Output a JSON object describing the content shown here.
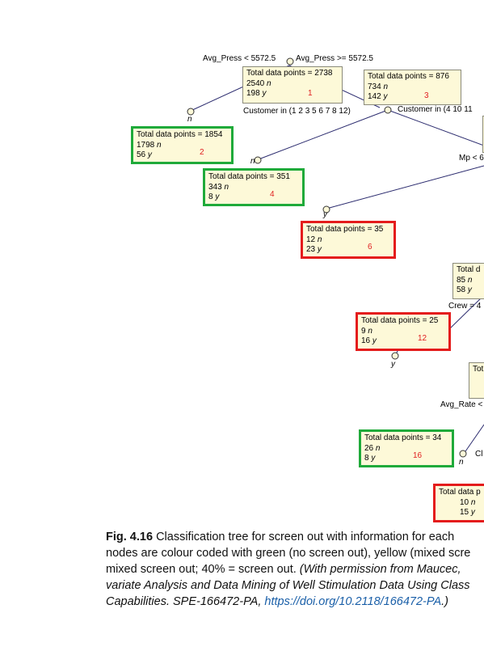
{
  "tree": {
    "nodes": [
      {
        "id": "1",
        "total": "Total data points = 2738",
        "n": "2540",
        "y": "198",
        "status": "mixed"
      },
      {
        "id": "2",
        "total": "Total data points = 1854",
        "n": "1798",
        "y": "56",
        "status": "green"
      },
      {
        "id": "3",
        "total": "Total data points = 876",
        "n": "734",
        "y": "142",
        "status": "mixed"
      },
      {
        "id": "4",
        "total": "Total data points = 351",
        "n": "343",
        "y": "8",
        "status": "green"
      },
      {
        "id": "6",
        "total": "Total data points = 35",
        "n": "12",
        "y": "23",
        "status": "red"
      },
      {
        "id": "",
        "total": "Total d",
        "n": "85",
        "y": "58",
        "status": "mixed"
      },
      {
        "id": "12",
        "total": "Total data points = 25",
        "n": "9",
        "y": "16",
        "status": "red"
      },
      {
        "id": "",
        "total": "Tot",
        "n": "",
        "y": "",
        "status": "mixed"
      },
      {
        "id": "16",
        "total": "Total data points = 34",
        "n": "26",
        "y": "8",
        "status": "green"
      },
      {
        "id": "",
        "total": "Total data p",
        "n": "10",
        "y": "15",
        "status": "red"
      }
    ],
    "n_letter": "n",
    "y_letter": "y",
    "split_labels": {
      "avg_press_left": "Avg_Press < 5572.5",
      "avg_press_right": "Avg_Press >= 5572.5",
      "customer_left": "Customer in (1 2 3 5 6 7 8 12)",
      "customer_right": "Customer in (4 10 11",
      "mp": "Mp < 6",
      "crew": "Crew = 4",
      "avg_rate": "Avg_Rate <",
      "cl": "Cl"
    },
    "colors": {
      "green": "#1faa3a",
      "red": "#e41c1c",
      "node_fill": "#fdf9d8",
      "edge": "#2b2b6e"
    }
  },
  "caption": {
    "fig_label": "Fig. 4.16",
    "line1": "Classification tree for screen out with information for each",
    "line2": "nodes are colour coded with green (no screen out), yellow (mixed scre",
    "line3_plain": "mixed screen out; 40% = screen out.",
    "line3_italic": "(With permission from Maucec,",
    "line4": "variate Analysis and Data Mining of Well Stimulation Data Using Class",
    "line5_italic": "Capabilities. SPE-166472-PA,",
    "link": "https://doi.org/10.2118/166472-PA",
    "line5_end": ".)"
  }
}
